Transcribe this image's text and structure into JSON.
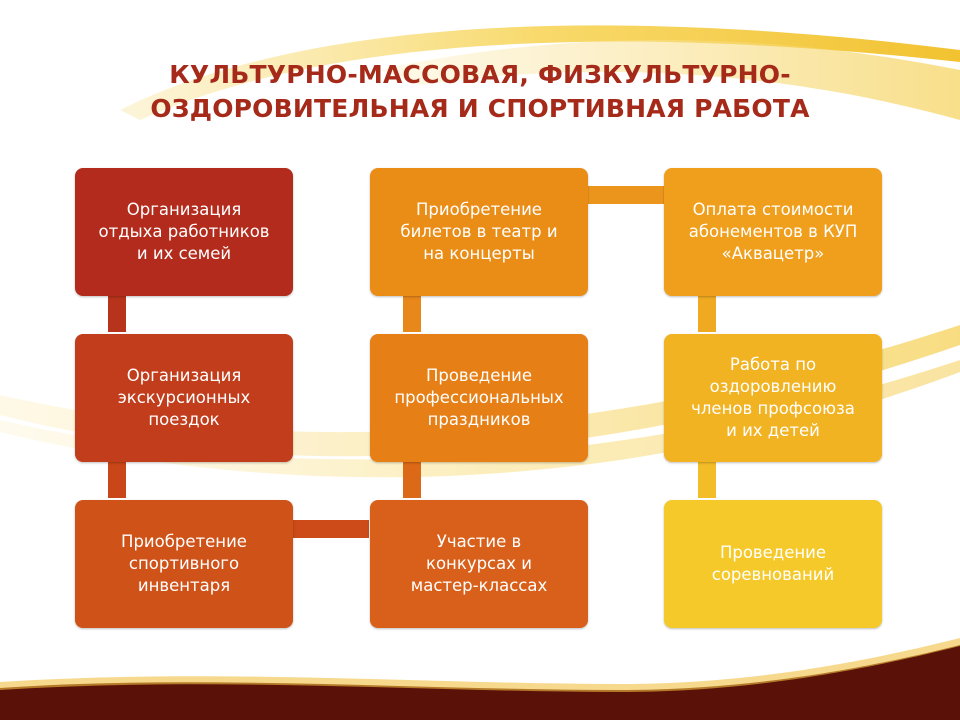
{
  "slide": {
    "title_line1": "КУЛЬТУРНО-МАССОВАЯ, ФИЗКУЛЬТУРНО-",
    "title_line2": "ОЗДОРОВИТЕЛЬНАЯ И СПОРТИВНАЯ РАБОТА"
  },
  "boxes": {
    "b1": "Организация\nотдыха работников\nи их семей",
    "b2": "Организация\nэкскурсионных\nпоездок",
    "b3": "Приобретение\nспортивного\nинвентаря",
    "b4": "Участие в\nконкурсах и\nмастер-классах",
    "b5": "Проведение\nпрофессиональных\nпраздников",
    "b6": "Приобретение\nбилетов в театр и\nна концерты",
    "b7": "Оплата стоимости\nабонементов в КУП\n«Аквацетр»",
    "b8": "Работа по\nоздоровлению\nчленов профсоюза\nи их детей",
    "b9": "Проведение\nсоревнований"
  },
  "colors": {
    "title": "#a52a1a",
    "dark_red": "#b22b1c",
    "red_orange": "#c13d1b",
    "orange_red": "#cf5218",
    "orange": "#e67f16",
    "orange_light": "#ea8d17",
    "amber": "#ef9f1c",
    "amber_light": "#f2b323",
    "yellow": "#f4c929",
    "footer": "#5a1208"
  }
}
